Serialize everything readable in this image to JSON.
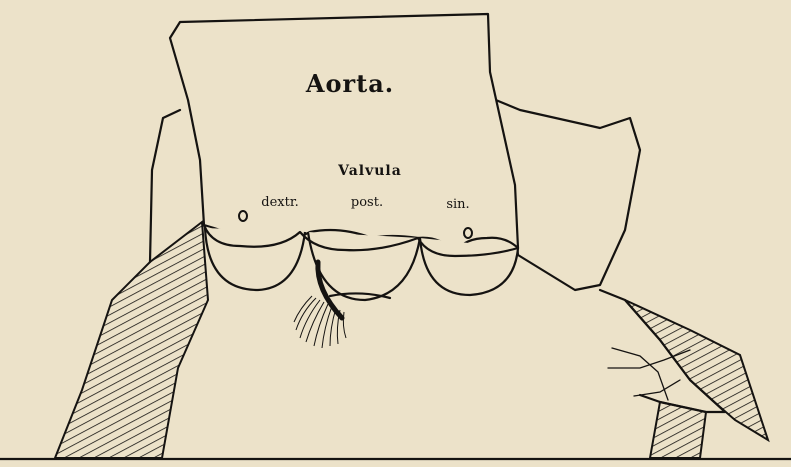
{
  "labels": {
    "aorta": "Aorta.",
    "valvula": "Valvula",
    "dextr": "dextr.",
    "post": "post.",
    "sin": "sin."
  },
  "colors": {
    "paper": "#ece2c9",
    "ink": "#151311"
  }
}
